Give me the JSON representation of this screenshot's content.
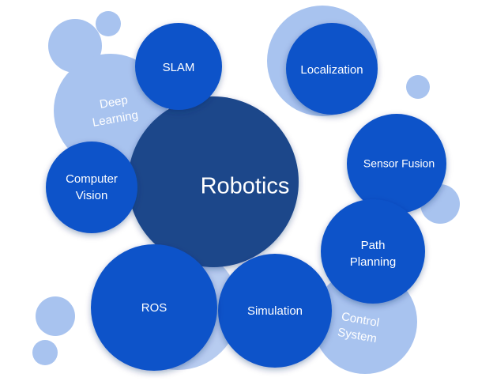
{
  "diagram": {
    "center": {
      "label": "Robotics",
      "color": "#1c468a"
    },
    "nodes": [
      {
        "id": "slam",
        "lines": [
          "SLAM"
        ]
      },
      {
        "id": "localization",
        "lines": [
          "Localization"
        ]
      },
      {
        "id": "sensor-fusion",
        "lines": [
          "Sensor Fusion"
        ]
      },
      {
        "id": "path-planning",
        "lines": [
          "Path",
          "Planning"
        ]
      },
      {
        "id": "simulation",
        "lines": [
          "Simulation"
        ]
      },
      {
        "id": "ros",
        "lines": [
          "ROS"
        ]
      },
      {
        "id": "computer-vision",
        "lines": [
          "Computer",
          "Vision"
        ]
      }
    ],
    "light_labels": [
      {
        "id": "deep-learning",
        "lines": [
          "Deep",
          "Learning"
        ]
      },
      {
        "id": "control-system",
        "lines": [
          "Control",
          "System"
        ]
      }
    ],
    "colors": {
      "node": "#0d52c9",
      "light_bubble": "#a8c3ef",
      "light_bubble_pale": "#b7ccf0",
      "light_text": "#ffffff",
      "node_text": "#ffffff"
    }
  }
}
